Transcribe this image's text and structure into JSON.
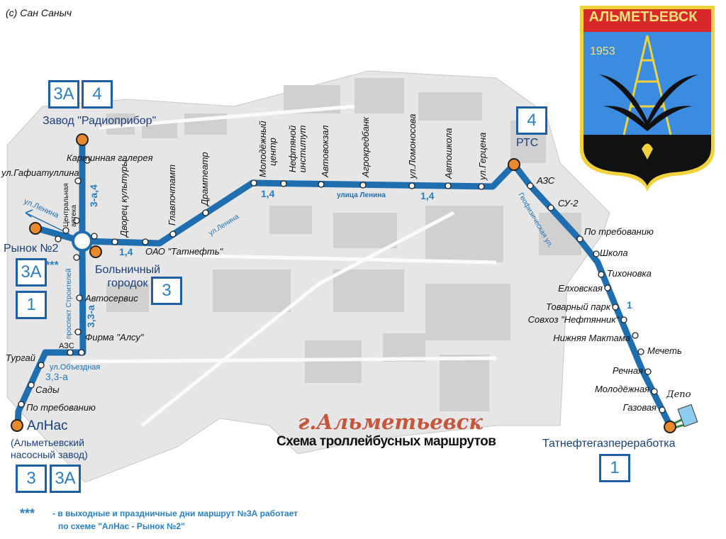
{
  "copyright": "(c) Сан Саныч",
  "emblem": {
    "city": "АЛЬМЕТЬЕВСК",
    "year": "1953"
  },
  "title": "г.Альметьевск",
  "subtitle": "Схема троллейбусных маршрутов",
  "colors": {
    "route": "#1f6fb0",
    "terminal": "#e8892c",
    "box_border": "#1f5fa8",
    "title": "#c4563c",
    "depot": "#8ecbf0"
  },
  "terminals": {
    "radiopribor": "Завод \"Радиоприбор\"",
    "rynok2": "Рынок №2",
    "bolnichny": "Больничный городок",
    "alnas": "АлНас",
    "alnas_full_1": "(Альметьевский",
    "alnas_full_2": "насосный завод)",
    "rts": "РТС",
    "tngpr": "Татнефтегазпереработка",
    "depot": "Депо"
  },
  "route_boxes": {
    "radiopribor": [
      "3А",
      "4"
    ],
    "rynok2": [
      "3А",
      "1"
    ],
    "bolnichny": [
      "3"
    ],
    "alnas": [
      "3",
      "3А"
    ],
    "rts": [
      "4"
    ],
    "tngpr": [
      "1"
    ]
  },
  "footnote_mark": "***",
  "stops_west": {
    "kartinnaya": "Картинная галерея",
    "gafiatullina": "ул.Гафиатуллина",
    "apteka": "Центральная аптека",
    "avtoservis": "Автосервис",
    "alsu": "Фирма \"Алсу\"",
    "azs": "АЗС",
    "turgai": "Тургай",
    "sady": "Сады",
    "po_treb": "По требованию"
  },
  "stops_lenina": {
    "dvorets": "Дворец культуры",
    "glavpochtamt": "Главпочтамт",
    "tatneft": "ОАО \"Татнефть\"",
    "dramteatr": "Драмтеатр",
    "molodezh": "Молодёжный центр",
    "neft_inst": "Нефтяной институт",
    "avtovokzal": "Автовокзал",
    "agrokredbank": "Агрокредбанк",
    "lomonosova": "ул.Ломоносова",
    "avtoshkola": "Автошкола",
    "gertsena": "ул.Герцена"
  },
  "stops_east": [
    "АЗС",
    "СУ-2",
    "По требованию",
    "Школа",
    "Тихоновка",
    "Елховская",
    "Товарный парк",
    "Совхоз \"Нефтянник\"",
    "Нижняя Мактама",
    "Мечеть",
    "Речная",
    "Молодёжная",
    "Газовая"
  ],
  "route_labels": {
    "north": "3-а,4",
    "lenina1": "1,4",
    "lenina2": "1,4",
    "lenina3": "1,4",
    "south": "3,3-а",
    "obezd": "3,3-а",
    "east": "1"
  },
  "streets": {
    "lenina_west": "ул.Ленина",
    "lenina_diag": "ул.Ленина",
    "lenina_main": "улица Ленина",
    "stroitelei": "проспект Строителей",
    "obezdnaya": "ул.Объездная",
    "geofiz": "Геофизическая ул."
  },
  "footnote": {
    "mark": "***",
    "line1": "- в выходные и праздничные дни маршрут №3А работает",
    "line2": "по схеме \"АлНас - Рынок №2\""
  }
}
